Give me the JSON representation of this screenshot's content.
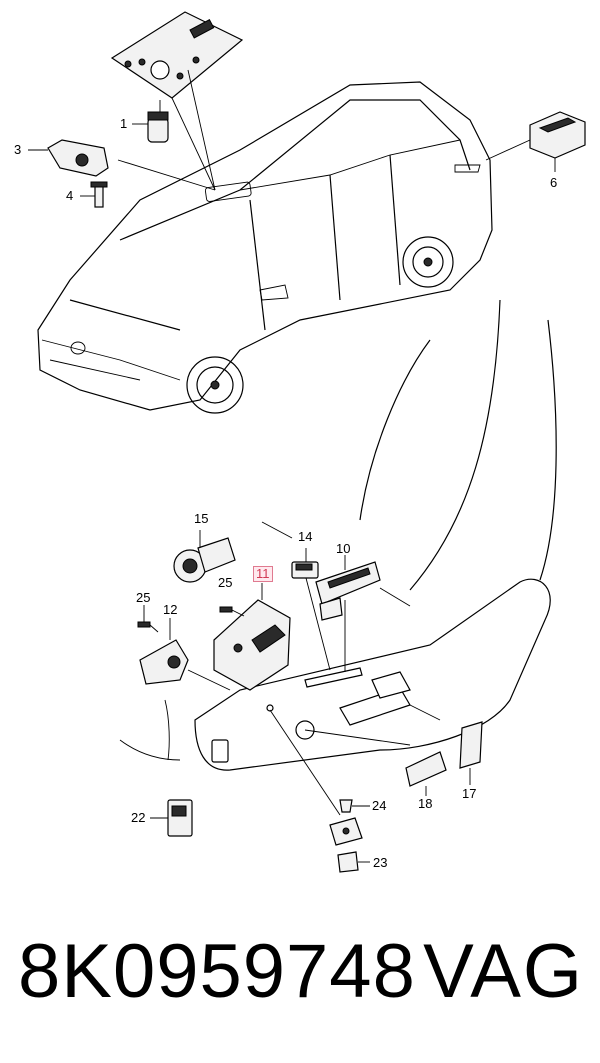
{
  "diagram": {
    "callouts": [
      {
        "id": "c1",
        "label": "1"
      },
      {
        "id": "c3",
        "label": "3"
      },
      {
        "id": "c4",
        "label": "4"
      },
      {
        "id": "c6",
        "label": "6"
      },
      {
        "id": "c15",
        "label": "15"
      },
      {
        "id": "c14",
        "label": "14"
      },
      {
        "id": "c10",
        "label": "10"
      },
      {
        "id": "c11",
        "label": "11",
        "highlighted": true
      },
      {
        "id": "c25a",
        "label": "25"
      },
      {
        "id": "c25b",
        "label": "25"
      },
      {
        "id": "c12",
        "label": "12"
      },
      {
        "id": "c22",
        "label": "22"
      },
      {
        "id": "c24",
        "label": "24"
      },
      {
        "id": "c18",
        "label": "18"
      },
      {
        "id": "c17",
        "label": "17"
      },
      {
        "id": "c23",
        "label": "23"
      }
    ]
  },
  "caption": {
    "part_number": "8K0959748",
    "brand": "VAG"
  },
  "colors": {
    "highlight": "#d23a55",
    "line": "#000000"
  }
}
